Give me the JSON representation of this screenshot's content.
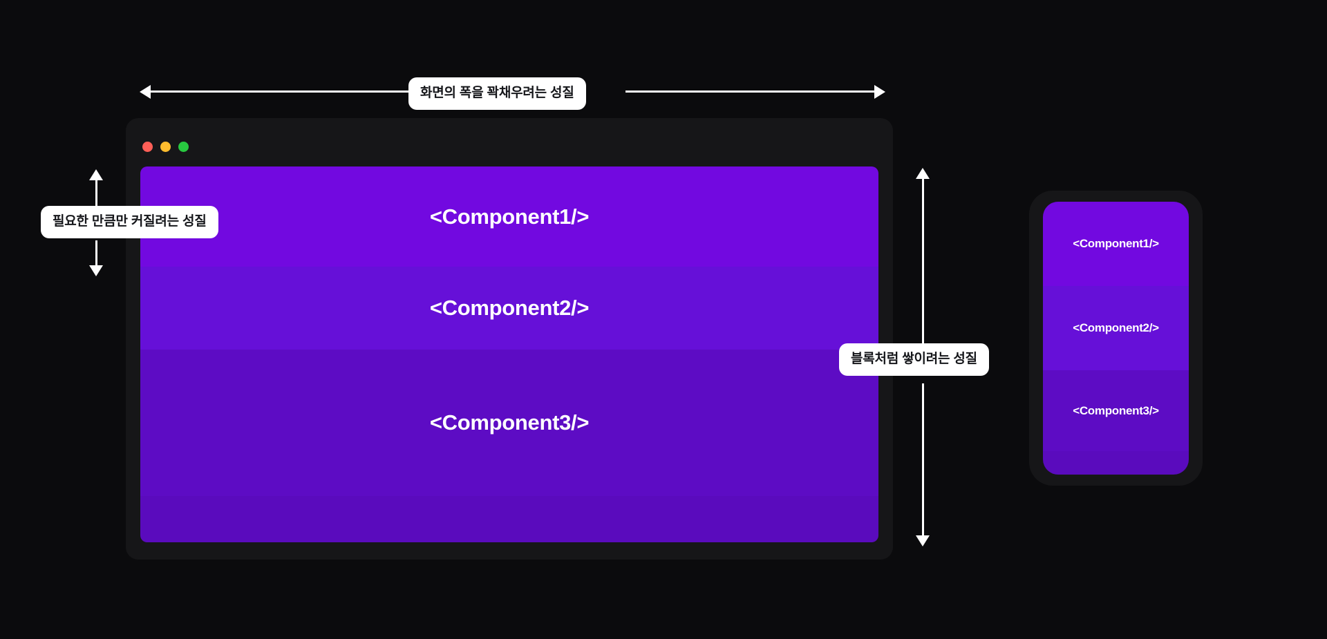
{
  "background_color": "#0b0b0d",
  "annotations": {
    "width_label": "화면의 폭을 꽉채우려는 성질",
    "height_label": "필요한 만큼만 커질려는 성질",
    "stack_label": "블록처럼 쌓이려는 성질"
  },
  "browser": {
    "frame_color": "#161618",
    "traffic_lights": [
      {
        "name": "close",
        "color": "#ff5f57"
      },
      {
        "name": "minimize",
        "color": "#febc2e"
      },
      {
        "name": "maximize",
        "color": "#28c840"
      }
    ],
    "components": [
      {
        "label": "<Component1/>",
        "color": "#7209e0"
      },
      {
        "label": "<Component2/>",
        "color": "#6610d8"
      },
      {
        "label": "<Component3/>",
        "color": "#5d0cc4"
      },
      {
        "label": "",
        "color": "#5a0bbd"
      }
    ]
  },
  "phone": {
    "frame_color": "#161618",
    "components": [
      {
        "label": "<Component1/>",
        "color": "#7209e0"
      },
      {
        "label": "<Component2/>",
        "color": "#6610d8"
      },
      {
        "label": "<Component3/>",
        "color": "#5d0cc4"
      },
      {
        "label": "",
        "color": "#5a0bbd"
      }
    ]
  }
}
